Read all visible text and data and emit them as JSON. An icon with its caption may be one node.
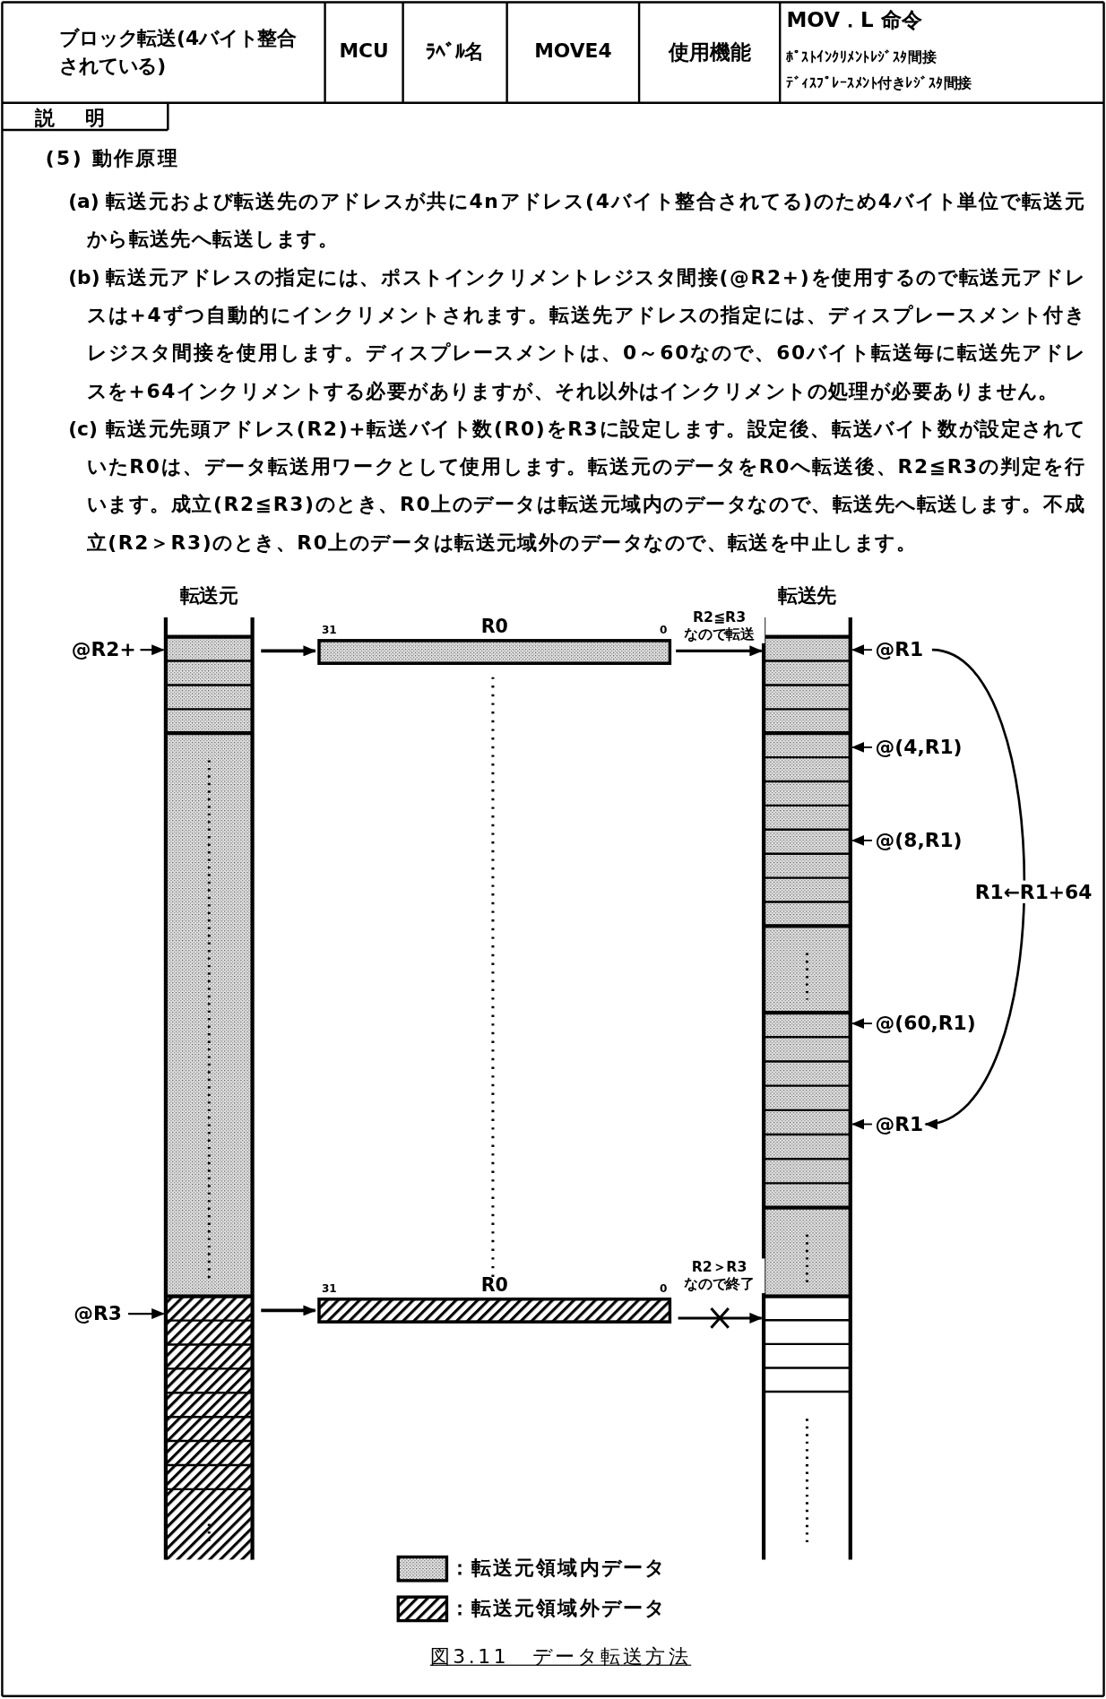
{
  "diagram": {
    "caption": "図3.11　データ転送方法",
    "nodes": [
      {
        "text": [
          "転送元"
        ]
      },
      {
        "text": [
          "転送先"
        ]
      },
      {
        "text": [
          "R0"
        ],
        "beside": [
          "31",
          "0"
        ]
      },
      {
        "text": [
          "R0"
        ],
        "beside": [
          "31",
          "0"
        ]
      },
      {
        "text": [
          "@R2+"
        ]
      },
      {
        "text": [
          "@R3"
        ]
      },
      {
        "text": [
          "@R1"
        ]
      },
      {
        "text": [
          "@(4,R1)"
        ]
      },
      {
        "text": [
          "@(8,R1)"
        ]
      },
      {
        "text": [
          "@(60,R1)"
        ]
      },
      {
        "text": [
          "@R1"
        ]
      }
    ],
    "edges": [
      {
        "from": 4,
        "to": 0,
        "arrow": "to"
      },
      {
        "from": 5,
        "to": 0,
        "arrow": "to"
      },
      {
        "from": 0,
        "to": 2,
        "arrow": "to"
      },
      {
        "from": 0,
        "to": 3,
        "arrow": "to"
      },
      {
        "from": 2,
        "to": 1,
        "arrow": "to",
        "label": "R2≦R3 なので転送"
      },
      {
        "from": 3,
        "to": 1,
        "arrow": "to",
        "label": "R2＞R3 なので終了"
      },
      {
        "from": 6,
        "to": 1,
        "arrow": "to"
      },
      {
        "from": 7,
        "to": 1,
        "arrow": "to"
      },
      {
        "from": 8,
        "to": 1,
        "arrow": "to"
      },
      {
        "from": 9,
        "to": 1,
        "arrow": "to"
      },
      {
        "from": 10,
        "to": 1,
        "arrow": "to"
      },
      {
        "from": 6,
        "to": 10,
        "arrow": "to",
        "label": "R1←R1+64"
      }
    ],
    "labels": [
      "ブロック転送(4バイト整合されている)",
      "MCU",
      "ﾗﾍﾞﾙ名",
      "MOVE4",
      "使用機能",
      "MOV．L 命令",
      "ﾎﾟｽﾄｲﾝｸﾘﾒﾝﾄﾚｼﾞｽﾀ間接",
      "ﾃﾞｨｽﾌﾟﾚｰｽﾒﾝﾄ付きﾚｼﾞｽﾀ間接",
      "説明",
      "(5) 動作原理",
      "(a)",
      "転送元および転送先のアドレスが共に4nアドレス(4バイト整合されてる)のため4バイト単位で転送元から転送先へ転送します。",
      "(b)",
      "転送元アドレスの指定には、ポストインクリメントレジスタ間接(@R2+)を使用するので転送元アドレスは+4ずつ自動的にインクリメントされます。転送先アドレスの指定には、ディスプレースメント付きレジスタ間接を使用します。ディスプレースメントは、0～60なので、60バイト転送毎に転送先アドレスを+64インクリメントする必要がありますが、それ以外はインクリメントの処理が必要ありません。",
      "(c)",
      "転送元先頭アドレス(R2)+転送バイト数(R0)をR3に設定します。設定後、転送バイト数が設定されていたR0は、データ転送用ワークとして使用します。転送元のデータをR0へ転送後、R2≦R3の判定を行います。成立(R2≦R3)のとき、R0上のデータは転送元域内のデータなので、転送先へ転送します。不成立(R2＞R3)のとき、R0上のデータは転送元域外のデータなので、転送を中止します。"
    ],
    "legend": [
      {
        "text": "：転送元領域内データ"
      },
      {
        "text": "：転送元領域外データ"
      }
    ]
  }
}
